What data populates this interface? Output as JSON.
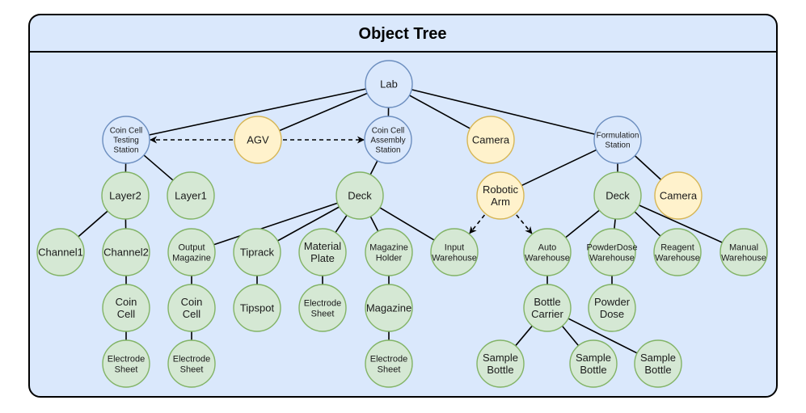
{
  "title": "Object Tree",
  "colors": {
    "frame_fill": "#dae8fc",
    "frame_stroke": "#000000",
    "header_fill": "#dae8fc",
    "blue_fill": "#dae8fc",
    "blue_stroke": "#6c8ebf",
    "green_fill": "#d5e8d4",
    "green_stroke": "#82b366",
    "yellow_fill": "#fff2cc",
    "yellow_stroke": "#d6b656"
  },
  "nodes": {
    "lab": {
      "lines": [
        "Lab"
      ],
      "color": "blue"
    },
    "cct": {
      "lines": [
        "Coin Cell",
        "Testing",
        "Station"
      ],
      "color": "blue"
    },
    "agv": {
      "lines": [
        "AGV"
      ],
      "color": "yellow"
    },
    "cca": {
      "lines": [
        "Coin Cell",
        "Assembly",
        "Station"
      ],
      "color": "blue"
    },
    "cam1": {
      "lines": [
        "Camera"
      ],
      "color": "yellow"
    },
    "fs": {
      "lines": [
        "Formulation",
        "Station"
      ],
      "color": "blue"
    },
    "layer2": {
      "lines": [
        "Layer2"
      ],
      "color": "green"
    },
    "layer1": {
      "lines": [
        "Layer1"
      ],
      "color": "green"
    },
    "deck1": {
      "lines": [
        "Deck"
      ],
      "color": "green"
    },
    "robot": {
      "lines": [
        "Robotic",
        "Arm"
      ],
      "color": "yellow"
    },
    "deck2": {
      "lines": [
        "Deck"
      ],
      "color": "green"
    },
    "cam2": {
      "lines": [
        "Camera"
      ],
      "color": "yellow"
    },
    "ch1": {
      "lines": [
        "Channel1"
      ],
      "color": "green"
    },
    "ch2": {
      "lines": [
        "Channel2"
      ],
      "color": "green"
    },
    "outmag": {
      "lines": [
        "Output",
        "Magazine"
      ],
      "color": "green"
    },
    "tiprack": {
      "lines": [
        "Tiprack"
      ],
      "color": "green"
    },
    "matplate": {
      "lines": [
        "Material",
        "Plate"
      ],
      "color": "green"
    },
    "magholder": {
      "lines": [
        "Magazine",
        "Holder"
      ],
      "color": "green"
    },
    "inwh": {
      "lines": [
        "Input",
        "Warehouse"
      ],
      "color": "green"
    },
    "autowh": {
      "lines": [
        "Auto",
        "Warehouse"
      ],
      "color": "green"
    },
    "pdwh": {
      "lines": [
        "PowderDose",
        "Warehouse"
      ],
      "color": "green"
    },
    "reagwh": {
      "lines": [
        "Reagent",
        "Warehouse"
      ],
      "color": "green"
    },
    "manwh": {
      "lines": [
        "Manual",
        "Warehouse"
      ],
      "color": "green"
    },
    "cc1": {
      "lines": [
        "Coin",
        "Cell"
      ],
      "color": "green"
    },
    "cc2": {
      "lines": [
        "Coin",
        "Cell"
      ],
      "color": "green"
    },
    "tipspot": {
      "lines": [
        "Tipspot"
      ],
      "color": "green"
    },
    "es_plate": {
      "lines": [
        "Electrode",
        "Sheet"
      ],
      "color": "green"
    },
    "magazine": {
      "lines": [
        "Magazine"
      ],
      "color": "green"
    },
    "bottlecarrier": {
      "lines": [
        "Bottle",
        "Carrier"
      ],
      "color": "green"
    },
    "powderdose": {
      "lines": [
        "Powder",
        "Dose"
      ],
      "color": "green"
    },
    "es1": {
      "lines": [
        "Electrode",
        "Sheet"
      ],
      "color": "green"
    },
    "es2": {
      "lines": [
        "Electrode",
        "Sheet"
      ],
      "color": "green"
    },
    "es3": {
      "lines": [
        "Electrode",
        "Sheet"
      ],
      "color": "green"
    },
    "sb1": {
      "lines": [
        "Sample",
        "Bottle"
      ],
      "color": "green"
    },
    "sb2": {
      "lines": [
        "Sample",
        "Bottle"
      ],
      "color": "green"
    },
    "sb3": {
      "lines": [
        "Sample",
        "Bottle"
      ],
      "color": "green"
    }
  },
  "edges": [
    [
      "lab",
      "cct"
    ],
    [
      "lab",
      "cca"
    ],
    [
      "lab",
      "agv"
    ],
    [
      "lab",
      "cam1"
    ],
    [
      "lab",
      "fs"
    ],
    [
      "cct",
      "layer2"
    ],
    [
      "cct",
      "layer1"
    ],
    [
      "layer2",
      "ch1"
    ],
    [
      "layer2",
      "ch2"
    ],
    [
      "ch2",
      "cc1"
    ],
    [
      "cc1",
      "es1"
    ],
    [
      "cca",
      "deck1"
    ],
    [
      "deck1",
      "outmag"
    ],
    [
      "deck1",
      "tiprack"
    ],
    [
      "deck1",
      "matplate"
    ],
    [
      "deck1",
      "magholder"
    ],
    [
      "deck1",
      "inwh"
    ],
    [
      "outmag",
      "cc2"
    ],
    [
      "cc2",
      "es2"
    ],
    [
      "tiprack",
      "tipspot"
    ],
    [
      "matplate",
      "es_plate"
    ],
    [
      "magholder",
      "magazine"
    ],
    [
      "magazine",
      "es3"
    ],
    [
      "fs",
      "robot"
    ],
    [
      "fs",
      "deck2"
    ],
    [
      "fs",
      "cam2"
    ],
    [
      "deck2",
      "autowh"
    ],
    [
      "deck2",
      "pdwh"
    ],
    [
      "deck2",
      "reagwh"
    ],
    [
      "deck2",
      "manwh"
    ],
    [
      "autowh",
      "bottlecarrier"
    ],
    [
      "bottlecarrier",
      "sb1"
    ],
    [
      "bottlecarrier",
      "sb2"
    ],
    [
      "bottlecarrier",
      "sb3"
    ],
    [
      "pdwh",
      "powderdose"
    ]
  ],
  "dashed_arrows": [
    [
      "agv",
      "cct"
    ],
    [
      "agv",
      "cca"
    ],
    [
      "robot",
      "inwh"
    ],
    [
      "robot",
      "autowh"
    ]
  ]
}
